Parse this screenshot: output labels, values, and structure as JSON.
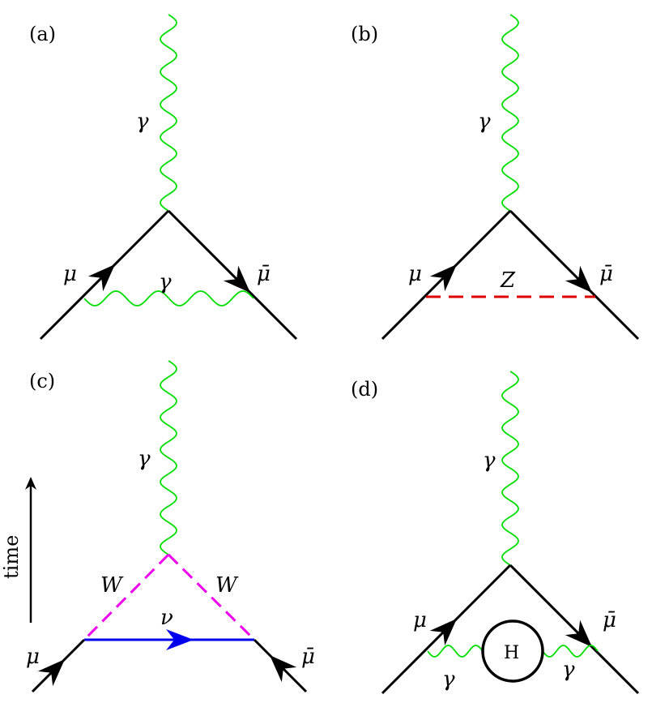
{
  "colors": {
    "fermion": "#000000",
    "photon": "#00dd00",
    "z_boson": "#dd0000",
    "w_boson": "#ee00ee",
    "neutrino": "#0000ee"
  },
  "panels": {
    "a": {
      "label": "(a)",
      "photon_label": "γ",
      "mu_label": "μ",
      "mubar_label": "μ̄",
      "loop_label": "γ"
    },
    "b": {
      "label": "(b)",
      "photon_label": "γ",
      "mu_label": "μ",
      "mubar_label": "μ̄",
      "loop_label": "Z"
    },
    "c": {
      "label": "(c)",
      "photon_label": "γ",
      "mu_label": "μ",
      "mubar_label": "μ̄",
      "w_left_label": "W",
      "w_right_label": "W",
      "nu_label": "ν",
      "time_label": "time"
    },
    "d": {
      "label": "(d)",
      "photon_label": "γ",
      "mu_label": "μ",
      "mubar_label": "μ̄",
      "left_photon_label": "γ",
      "right_photon_label": "γ",
      "blob_label": "H"
    }
  }
}
